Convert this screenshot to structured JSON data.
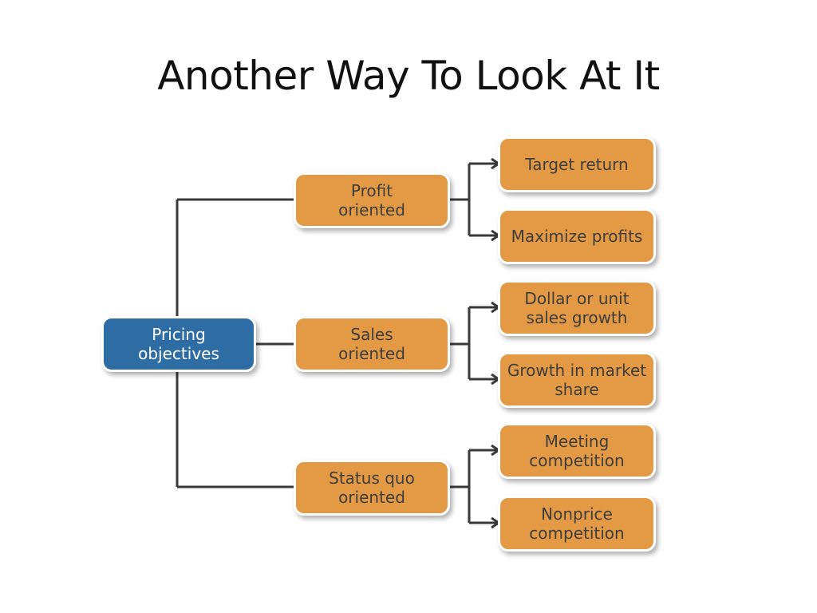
{
  "slide": {
    "title": "Another Way To Look At It"
  },
  "colors": {
    "root": "#2e6da4",
    "node": "#e49a45",
    "connector": "#3a3a3a"
  },
  "diagram": {
    "root": "Pricing\nobjectives",
    "branches": [
      {
        "label": "Profit\noriented",
        "leaves": [
          "Target return",
          "Maximize profits"
        ]
      },
      {
        "label": "Sales\noriented",
        "leaves": [
          "Dollar or unit\nsales growth",
          "Growth in market\nshare"
        ]
      },
      {
        "label": "Status quo\noriented",
        "leaves": [
          "Meeting\ncompetition",
          "Nonprice\ncompetition"
        ]
      }
    ]
  }
}
